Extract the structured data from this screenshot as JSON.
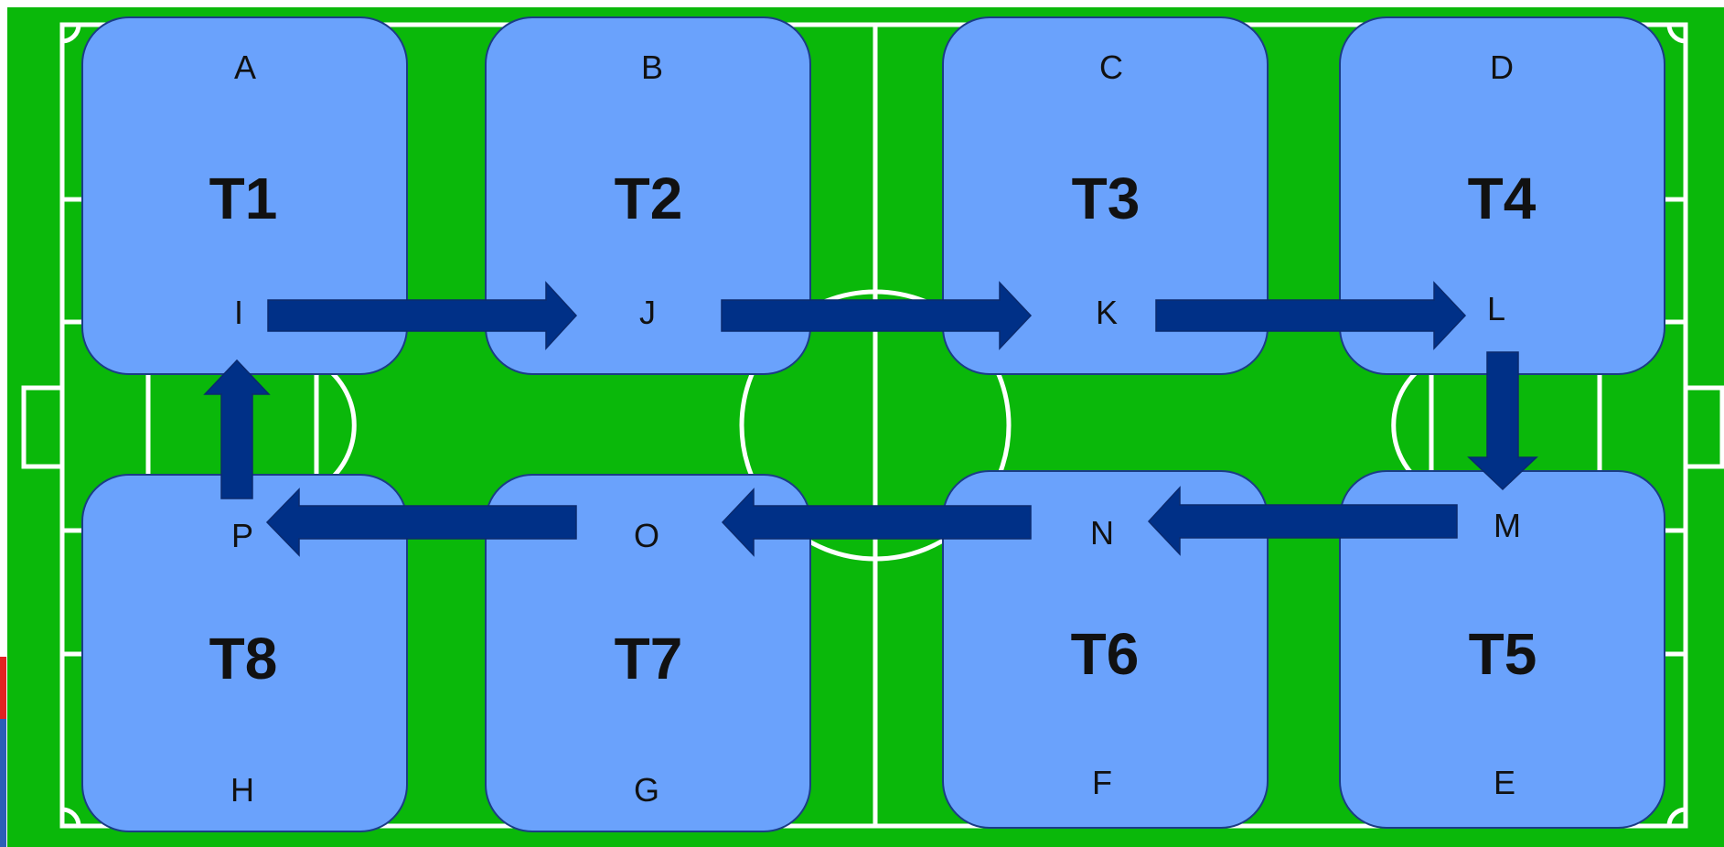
{
  "diagram": {
    "stations": [
      {
        "team": "T1",
        "outer": "A",
        "inner": "I"
      },
      {
        "team": "T2",
        "outer": "B",
        "inner": "J"
      },
      {
        "team": "T3",
        "outer": "C",
        "inner": "K"
      },
      {
        "team": "T4",
        "outer": "D",
        "inner": "L"
      },
      {
        "team": "T5",
        "outer": "E",
        "inner": "M"
      },
      {
        "team": "T6",
        "outer": "F",
        "inner": "N"
      },
      {
        "team": "T7",
        "outer": "G",
        "inner": "O"
      },
      {
        "team": "T8",
        "outer": "H",
        "inner": "P"
      }
    ],
    "rotation": [
      "I",
      "J",
      "K",
      "L",
      "M",
      "N",
      "O",
      "P",
      "I"
    ],
    "colors": {
      "pitch": "#0ab80a",
      "pitch_lines": "#ffffff",
      "station_fill": "#6aa2fc",
      "station_border": "#1b3c86",
      "arrow": "#003087"
    }
  }
}
